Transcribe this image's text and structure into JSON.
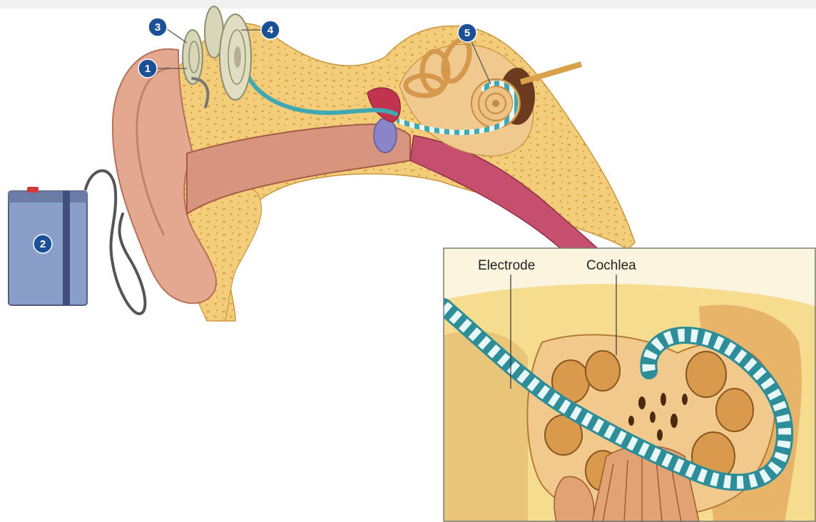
{
  "figure": {
    "markers": [
      {
        "id": "1",
        "label": "1"
      },
      {
        "id": "2",
        "label": "2"
      },
      {
        "id": "3",
        "label": "3"
      },
      {
        "id": "4",
        "label": "4"
      },
      {
        "id": "5",
        "label": "5"
      }
    ],
    "inset": {
      "labels": {
        "electrode": "Electrode",
        "cochlea": "Cochlea"
      }
    }
  },
  "colors": {
    "badge": "#1b4f96",
    "skin": "#e3a990",
    "bone": "#f3cd7a",
    "electrode": "#3fa9b3",
    "inset_bg": "#f6dc8e",
    "battery": "#8a9fc8"
  }
}
